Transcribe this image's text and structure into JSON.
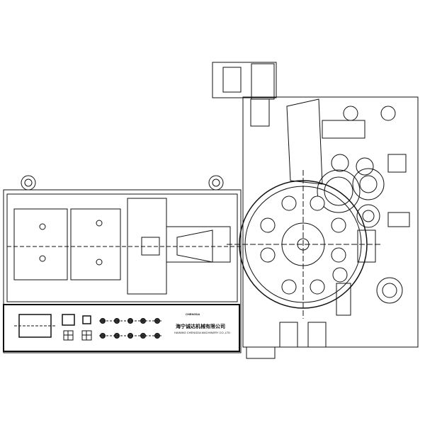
{
  "nameplate": {
    "brand": "CHENGDA",
    "company_cn": "海宁诚达机械有限公司",
    "company_en": "HAINING CHENGDA MACHINERY CO.,LTD"
  },
  "colors": {
    "line": "#111111",
    "background": "#ffffff"
  }
}
